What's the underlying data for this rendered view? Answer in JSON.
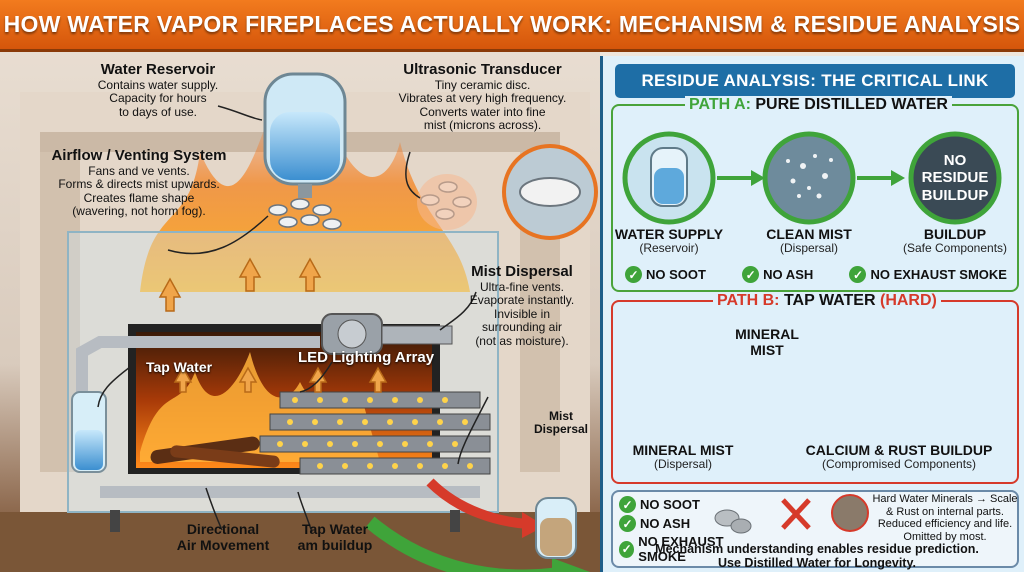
{
  "title": "HOW WATER VAPOR FIREPLACES ACTUALLY WORK: MECHANISM & RESIDUE ANALYSIS",
  "left": {
    "water_reservoir": {
      "heading": "Water Reservoir",
      "lines": [
        "Contains water supply.",
        "Capacity for hours",
        "to days of use."
      ]
    },
    "ultrasonic": {
      "heading": "Ultrasonic Transducer",
      "lines": [
        "Tiny ceramic disc.",
        "Vibrates at very high frequency.",
        "Converts water into fine",
        "mist (microns across)."
      ]
    },
    "airflow": {
      "heading": "Airflow / Venting System",
      "lines": [
        "Fans and ve vents.",
        "Forms & directs mist upwards.",
        "Creates flame shape",
        "(wavering, not horm fog)."
      ]
    },
    "mist_dispersal": {
      "heading": "Mist Dispersal",
      "lines": [
        "Ultra-fine vents.",
        "Evaporate instantly.",
        "Invisible in",
        "surrounding air",
        "(not as moisture)."
      ]
    },
    "tap_water": "Tap Water",
    "led": "LED Lighting Array",
    "mist_dispersal_small": [
      "Mist",
      "Dispersal"
    ],
    "directional": [
      "Directional",
      "Air Movement"
    ],
    "tap_water_bottom": [
      "Tap Water",
      "am buildup"
    ]
  },
  "right": {
    "section_title": "RESIDUE ANALYSIS: THE CRITICAL LINK",
    "path_a": {
      "label_prefix": "PATH A:",
      "label_rest": "PURE DISTILLED WATER",
      "steps": [
        {
          "title": "WATER SUPPLY",
          "sub": "(Reservoir)"
        },
        {
          "title": "CLEAN MIST",
          "sub": "(Dispersal)"
        },
        {
          "title": "BUILDUP",
          "sub": "(Safe Components)"
        }
      ],
      "badge": [
        "NO",
        "RESIDUE",
        "BUILDUP"
      ],
      "checks": [
        "NO SOOT",
        "NO ASH",
        "NO EXHAUST SMOKE"
      ]
    },
    "path_b": {
      "label_prefix": "PATH B:",
      "label_rest": "TAP WATER",
      "label_hard": "(HARD)",
      "mineral_mist_arrow": [
        "MINERAL",
        "MIST"
      ],
      "steps": [
        {
          "title": "MINERAL MIST",
          "sub": "(Dispersal)"
        },
        {
          "title": "CALCIUM & RUST BUILDUP",
          "sub": "(Compromised Components)"
        }
      ]
    },
    "bottom": {
      "checks": [
        "NO SOOT",
        "NO ASH",
        "NO EXHAUST SMOKE"
      ],
      "warning": [
        "Hard Water Minerals → Scale",
        "& Rust on internal parts.",
        "Reduced efficiency and life.",
        "Omitted by most."
      ],
      "conclusion": [
        "Mechanism understanding enables residue prediction.",
        "Use Distilled Water for Longevity."
      ]
    }
  },
  "colors": {
    "title_orange": "#e2661a",
    "path_a_green": "#3fa43a",
    "path_b_red": "#d63a2a",
    "panel_blue": "#1e6ea6"
  }
}
